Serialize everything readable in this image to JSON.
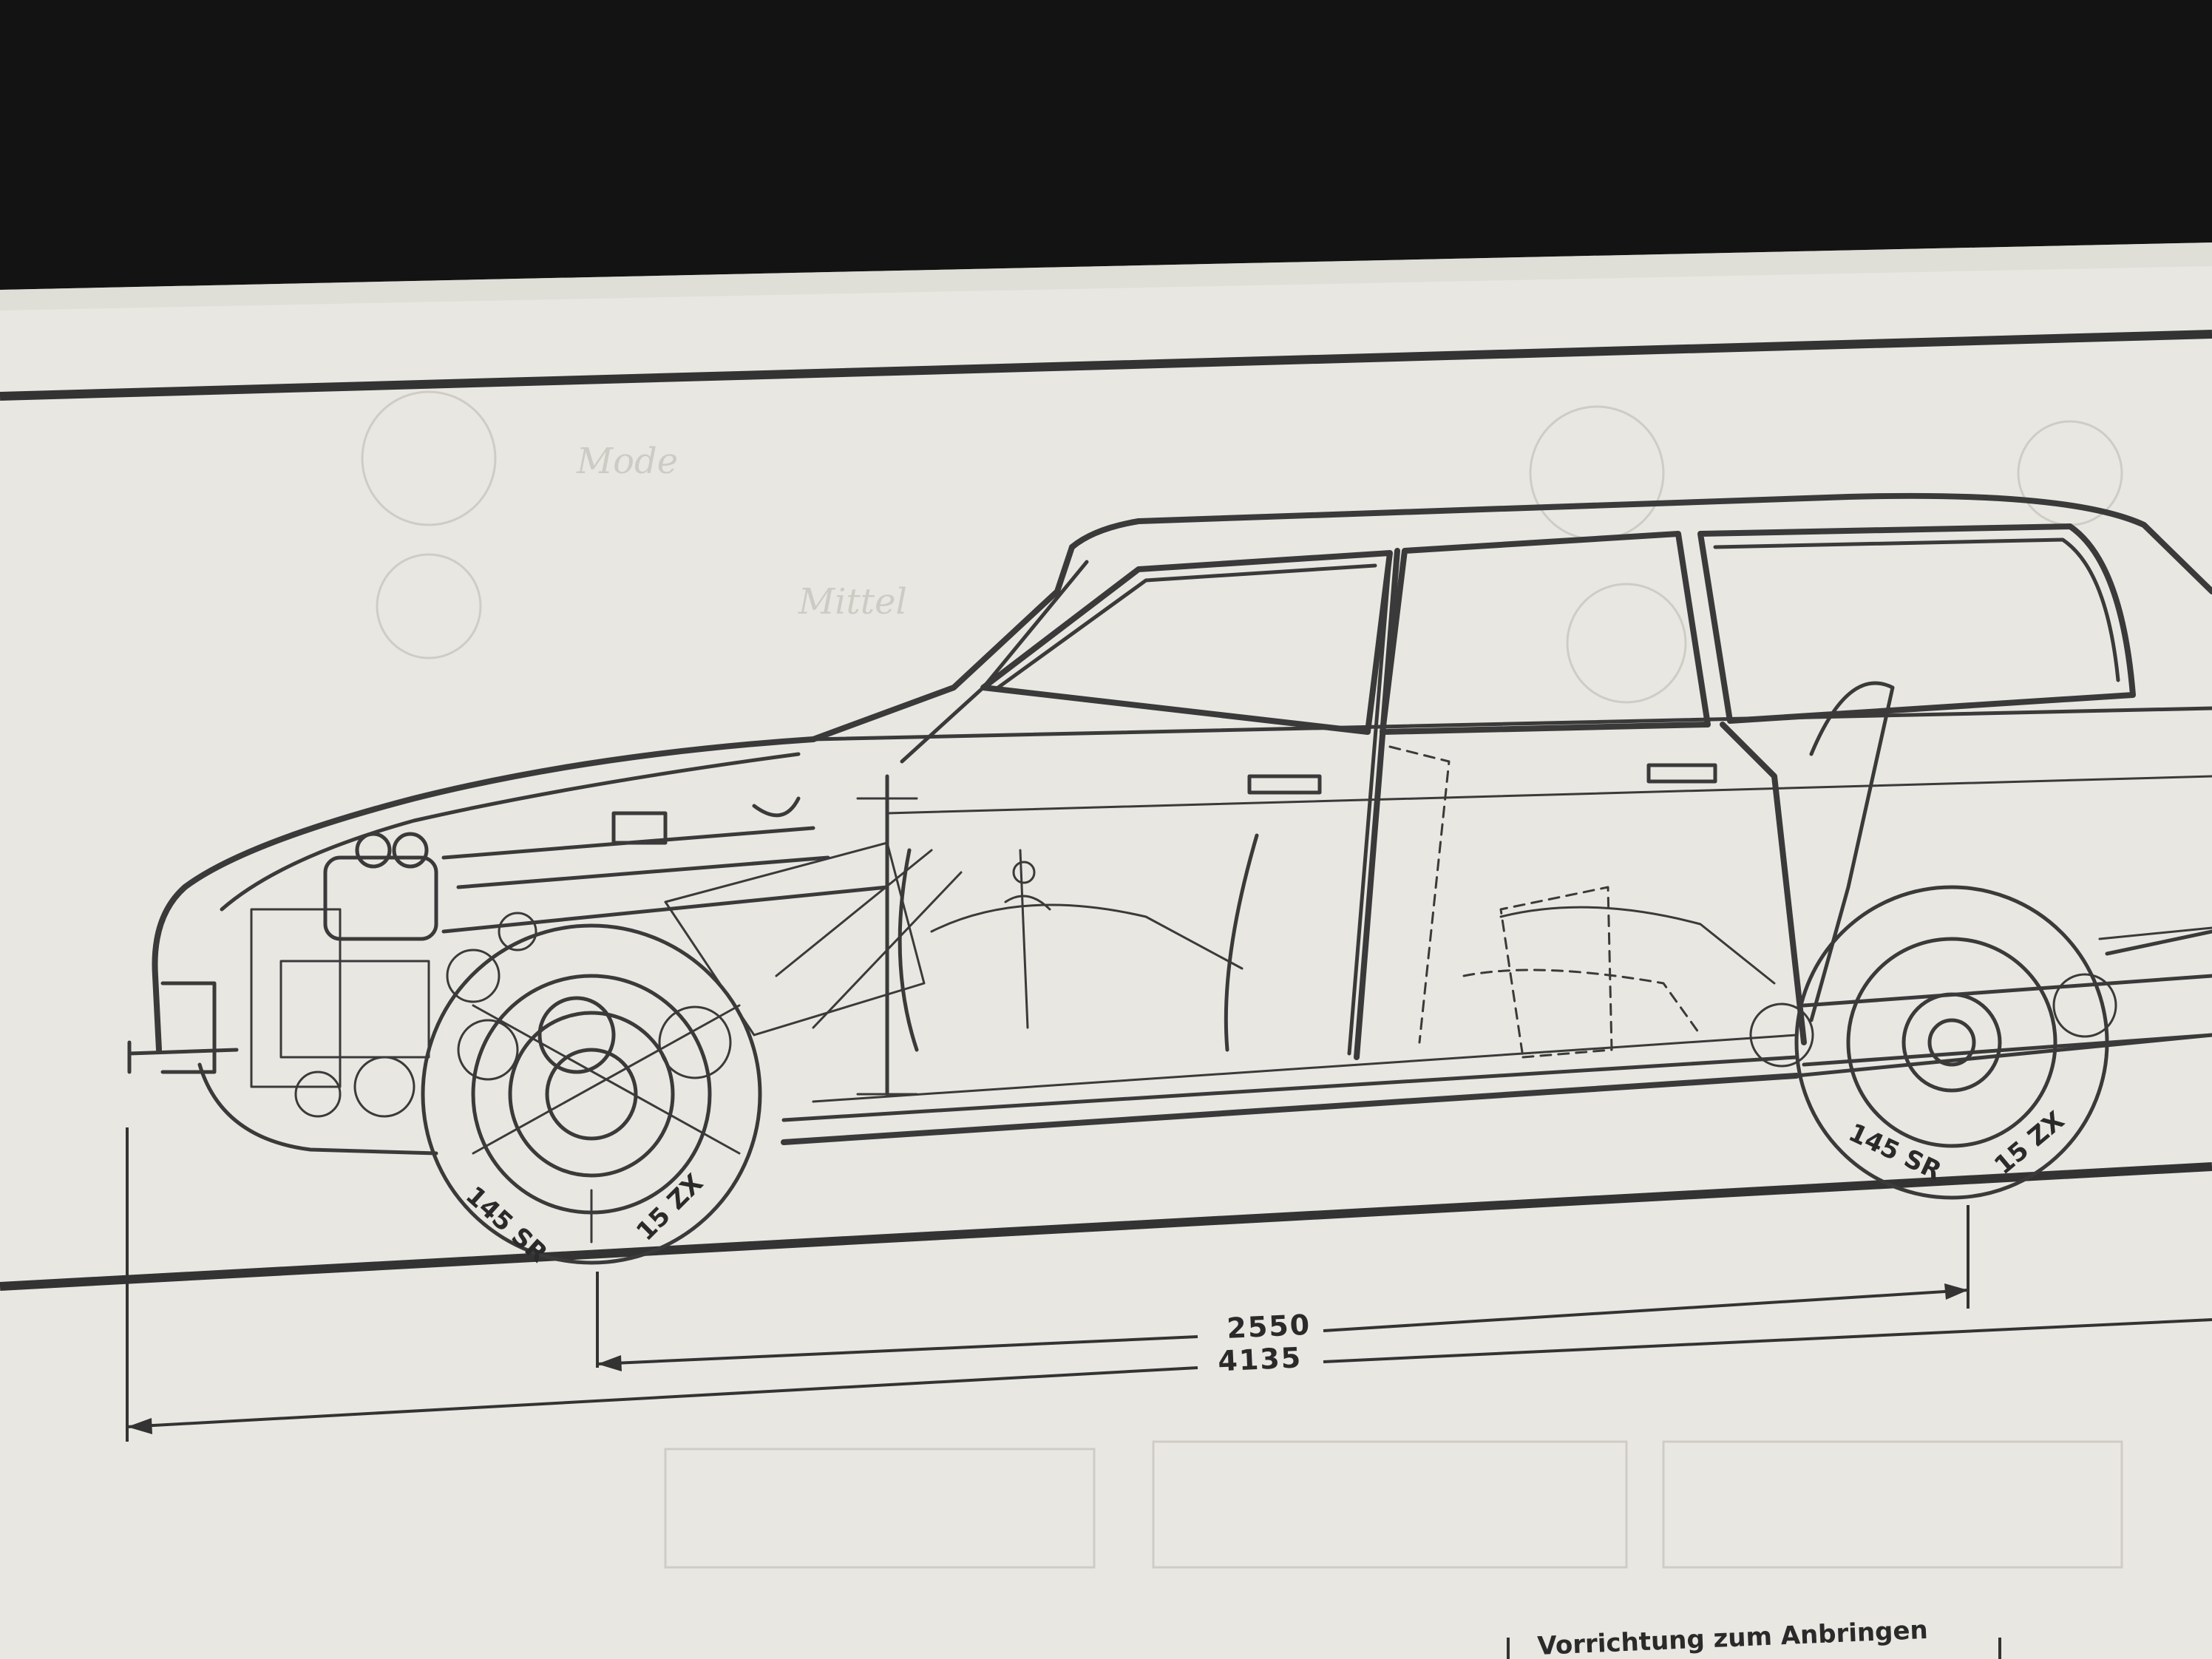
{
  "dimensions": {
    "wheelbase": "2550",
    "overall_length": "4135"
  },
  "tyres": {
    "front_left_marking": "145 SR",
    "front_right_marking": "15 ZX",
    "rear_left_marking": "145 SR",
    "rear_right_marking": "15 ZX"
  },
  "caption": {
    "text": "Vorrichtung zum Anbringen"
  },
  "colors": {
    "background": "#131313",
    "paper": "#e8e7e1",
    "ink": "#3a3a3a"
  }
}
